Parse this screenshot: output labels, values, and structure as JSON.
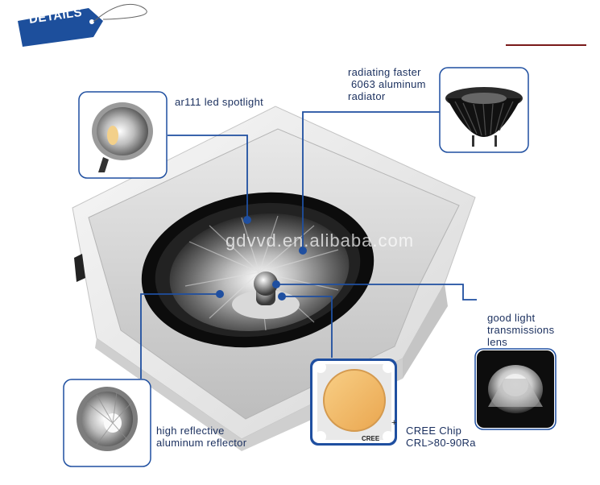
{
  "tag": {
    "text": "DETAILS"
  },
  "watermark": "gdvvd.en.alibaba.com",
  "callouts": {
    "spotlight": "ar111 led spotlight",
    "radiator": [
      "radiating faster",
      "6063 aluminum",
      "radiator"
    ],
    "lens": [
      "good light",
      "transmissions",
      "lens"
    ],
    "reflector": [
      "high reflective",
      "aluminum reflector"
    ],
    "chip": [
      "CREE Chip",
      "CRL>80-90Ra"
    ]
  },
  "chip_brand": "CREE",
  "colors": {
    "accent": "#1f4fa0",
    "tag": "#1d4f9c",
    "label": "#1a2f5e",
    "chip": "#f3b66a"
  }
}
